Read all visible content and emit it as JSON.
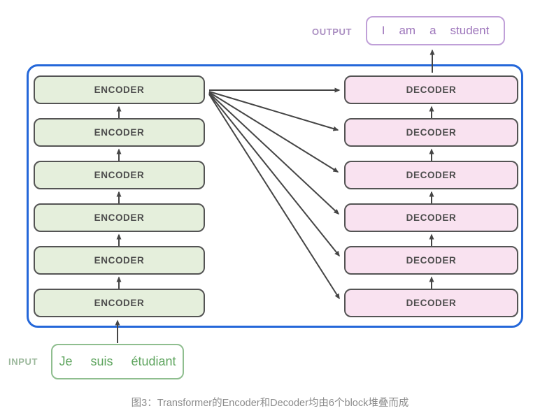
{
  "diagram": {
    "title_caption": "图3：Transformer的Encoder和Decoder均由6个block堆叠而成",
    "output": {
      "label": "OUTPUT",
      "tokens": [
        "I",
        "am",
        "a",
        "student"
      ]
    },
    "input": {
      "label": "INPUT",
      "tokens": [
        "Je",
        "suis",
        "étudiant"
      ]
    },
    "encoders": [
      "ENCODER",
      "ENCODER",
      "ENCODER",
      "ENCODER",
      "ENCODER",
      "ENCODER"
    ],
    "decoders": [
      "DECODER",
      "DECODER",
      "DECODER",
      "DECODER",
      "DECODER",
      "DECODER"
    ],
    "colors": {
      "container_border": "#2467d9",
      "encoder_fill": "#e5efdc",
      "decoder_fill": "#f9e2f0",
      "block_border": "#545454",
      "block_text": "#4d4d4d",
      "arrow": "#454545",
      "output_border": "#c0a0d8",
      "output_text": "#9d75bb",
      "output_label": "#ab8fc2",
      "input_border": "#8fbe8f",
      "input_text": "#5fa55f",
      "input_label": "#9cb89c",
      "caption_text": "#8c8c8c"
    }
  }
}
